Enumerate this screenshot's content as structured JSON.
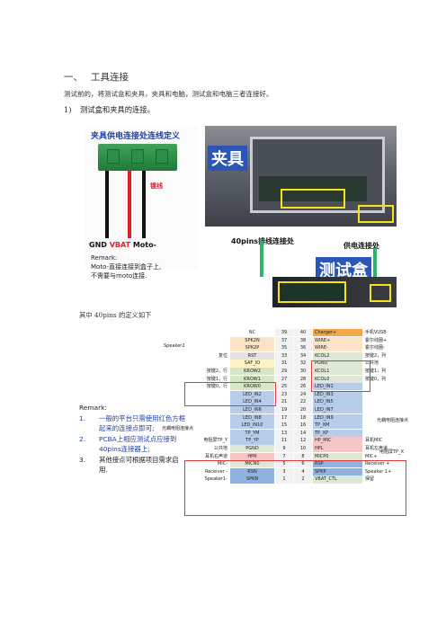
{
  "heading": {
    "number": "一、",
    "title": "工具连接"
  },
  "intro": "测试前的，将测试盒和夹具，夹具和电脑，测试盒和电脑三者连接好。",
  "subheading": {
    "number": "1)",
    "text": "测试盒和夹具的连接。"
  },
  "figure": {
    "wire_title": "夹具供电连接处连线定义",
    "wire_label": "镀线",
    "wires": [
      {
        "label": "GND",
        "color": "#111111"
      },
      {
        "label": "VBAT",
        "color": "#e0202a"
      },
      {
        "label": "Moto-",
        "color": "#111111"
      }
    ],
    "remark_title": "Remark:",
    "remark_lines": [
      "Moto-直接连接到盒子上,",
      "不需要与moto连接."
    ],
    "fixture_label": "夹具",
    "pins_label": "40pins排线连接处",
    "power_label": "供电连接处",
    "testbox_label": "测试盒"
  },
  "pin_def_title": "其中 40pins 的定义如下",
  "pin_table": {
    "rows": [
      {
        "ln": "",
        "lname": "NC",
        "lnum": "39",
        "rnum": "40",
        "rname": "Charger+",
        "rnote": "手机VUSB",
        "lc": "#ffffff",
        "rc": "#f4a64a"
      },
      {
        "ln": "",
        "lname": "SPK2N",
        "lnum": "37",
        "rnum": "38",
        "rname": "WIRE+",
        "rnote": "霍尔线圈+",
        "lc": "#fbe3c8",
        "rc": "#fbe3c8"
      },
      {
        "ln": "",
        "lname": "SPK2P",
        "lnum": "35",
        "rnum": "36",
        "rname": "WIRE-",
        "rnote": "霍尔线圈-",
        "lc": "#fbe3c8",
        "rc": "#fbe3c8"
      },
      {
        "ln": "复位",
        "lname": "RST",
        "lnum": "33",
        "rnum": "34",
        "rname": "KCOL2",
        "rnote": "按键2，列",
        "lc": "#e3e3e3",
        "rc": "#dfe8d6"
      },
      {
        "ln": "",
        "lname": "SAF_IO",
        "lnum": "31",
        "rnum": "32",
        "rname": "PGND",
        "rnote": "公共地",
        "lc": "#fbf3c4",
        "rc": "#dfe8d6"
      },
      {
        "ln": "按键2，行",
        "lname": "KROW2",
        "lnum": "29",
        "rnum": "30",
        "rname": "KCOL1",
        "rnote": "按键1，列",
        "lc": "#d8e6c8",
        "rc": "#dfe8d6"
      },
      {
        "ln": "按键1，行",
        "lname": "KROW1",
        "lnum": "27",
        "rnum": "28",
        "rname": "KCOL0",
        "rnote": "按键0，列",
        "lc": "#d8e6c8",
        "rc": "#dfe8d6"
      },
      {
        "ln": "按键0，行",
        "lname": "KROW0",
        "lnum": "25",
        "rnum": "26",
        "rname": "LED_IN1",
        "rnote": "",
        "lc": "#d8e6c8",
        "rc": "#b8cdea"
      },
      {
        "ln": "",
        "lname": "LED_IN2",
        "lnum": "23",
        "rnum": "24",
        "rname": "LED_IN3",
        "rnote": "",
        "lc": "#b8cdea",
        "rc": "#b8cdea"
      },
      {
        "ln": "",
        "lname": "LED_IN4",
        "lnum": "21",
        "rnum": "22",
        "rname": "LED_IN5",
        "rnote": "",
        "lc": "#b8cdea",
        "rc": "#b8cdea"
      },
      {
        "ln": "",
        "lname": "LED_IN6",
        "lnum": "19",
        "rnum": "20",
        "rname": "LED_IN7",
        "rnote": "",
        "lc": "#b8cdea",
        "rc": "#b8cdea"
      },
      {
        "ln": "",
        "lname": "LED_IN8",
        "lnum": "17",
        "rnum": "18",
        "rname": "LED_IN9",
        "rnote": "",
        "lc": "#b8cdea",
        "rc": "#b8cdea"
      },
      {
        "ln": "",
        "lname": "LED_IN10",
        "lnum": "15",
        "rnum": "16",
        "rname": "TP_XM",
        "rnote": "",
        "lc": "#b8cdea",
        "rc": "#b8cdea"
      },
      {
        "ln": "",
        "lname": "TP_YM",
        "lnum": "13",
        "rnum": "14",
        "rname": "TP_XP",
        "rnote": "",
        "lc": "#b8cdea",
        "rc": "#b8cdea"
      },
      {
        "ln": "电阻屏TP_Y",
        "lname": "TP_YP",
        "lnum": "11",
        "rnum": "12",
        "rname": "HP_MIC",
        "rnote": "耳机MIC",
        "lc": "#b8cdea",
        "rc": "#f6c6c6"
      },
      {
        "ln": "公共地",
        "lname": "PGND",
        "lnum": "9",
        "rnum": "10",
        "rname": "HPL",
        "rnote": "耳机左声道",
        "lc": "#dfe8d6",
        "rc": "#f6c6c6"
      },
      {
        "ln": "耳机右声道",
        "lname": "HPR",
        "lnum": "7",
        "rnum": "8",
        "rname": "MICP0",
        "rnote": "MIC+",
        "lc": "#f6c6c6",
        "rc": "#dfe8d6"
      },
      {
        "ln": "MIC-",
        "lname": "MICN0",
        "lnum": "5",
        "rnum": "6",
        "rname": "RSP",
        "rnote": "Receiver +",
        "lc": "#dfe8d6",
        "rc": "#8fb3e0"
      },
      {
        "ln": "Receiver -",
        "lname": "RSN",
        "lnum": "3",
        "rnum": "4",
        "rname": "SPKP",
        "rnote": "Speaker 1+",
        "lc": "#8fb3e0",
        "rc": "#8fb3e0"
      },
      {
        "ln": "Speaker1-",
        "lname": "SPKN",
        "lnum": "1",
        "rnum": "2",
        "rname": "VBAT_CTL",
        "rnote": "保留",
        "lc": "#8fb3e0",
        "rc": "#dfe8d6"
      }
    ],
    "group_speaker2": "Speaker2",
    "group_led_left": "光耦电阻连接点",
    "group_led_right": "光耦电阻连接点",
    "group_tp_x": "电阻屏TP_X"
  },
  "remark": {
    "title": "Remark:",
    "items": [
      {
        "no": "1.",
        "text": "一般的平台只需使用红色方框起来的连接点即可;",
        "blue": true
      },
      {
        "no": "2.",
        "text": "PCBA上相应测试点应接到40pins连接器上;",
        "blue": true
      },
      {
        "no": "3.",
        "text": "其他接点可根据项目需求启用.",
        "blue": false
      }
    ]
  }
}
